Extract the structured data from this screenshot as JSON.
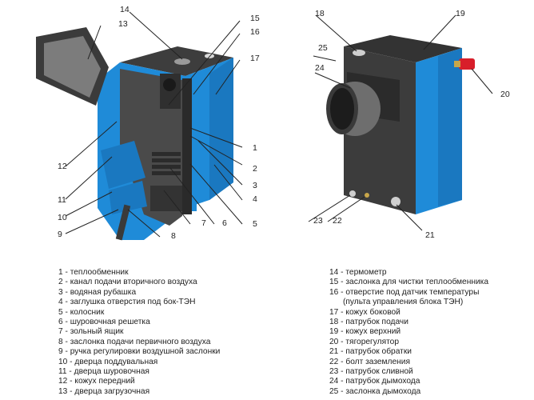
{
  "colors": {
    "body_blue": "#1f8bd8",
    "dark_steel": "#3a3a3a",
    "connector_red": "#d81e2a"
  },
  "callouts_left": [
    "14",
    "13",
    "15",
    "16",
    "17",
    "1",
    "2",
    "3",
    "4",
    "5",
    "6",
    "7",
    "8",
    "9",
    "10",
    "11",
    "12"
  ],
  "callouts_right": [
    "18",
    "19",
    "25",
    "24",
    "20",
    "23",
    "22",
    "21"
  ],
  "legend_left": [
    "1 - теплообменник",
    "2 - канал подачи вторичного воздуха",
    "3 - водяная рубашка",
    "4 - заглушка отверстия под бок-ТЭН",
    "5 - колосник",
    "6 - шуровочная решетка",
    "7 - зольный ящик",
    "8 - заслонка подачи первичного воздуха",
    "9 - ручка регулировки воздушной заслонки",
    "10 - дверца поддувальная",
    "11 - дверца шуровочная",
    "12 - кожух передний",
    "13 - дверца загрузочная"
  ],
  "legend_right": [
    "14 - термометр",
    "15 - заслонка для чистки теплообменника",
    "16 - отверстие под датчик температуры",
    "      (пульта управления блока ТЭН)",
    "17 - кожух боковой",
    "18 - патрубок подачи",
    "19 - кожух верхний",
    "20 - тягорегулятор",
    "21 - патрубок обратки",
    "22 - болт заземления",
    "23 - патрубок сливной",
    "24 - патрубок дымохода",
    "25 - заслонка дымохода"
  ]
}
